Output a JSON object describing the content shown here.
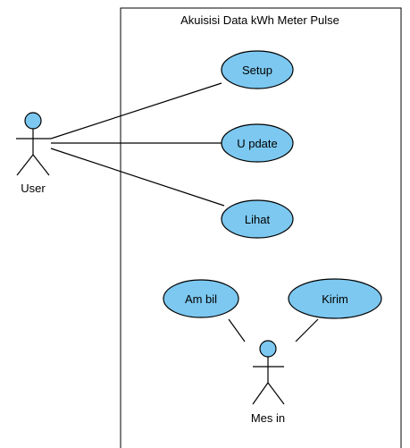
{
  "system": {
    "title": "Akuisisi Data kWh Meter Pulse"
  },
  "actors": {
    "user": {
      "label": "User"
    },
    "mesin": {
      "label": "Mes in"
    }
  },
  "use_cases": {
    "setup": {
      "label": "Setup"
    },
    "update": {
      "label": "U pdate"
    },
    "lihat": {
      "label": "Lihat"
    },
    "ambil": {
      "label": "Am bil"
    },
    "kirim": {
      "label": "Kirim"
    }
  },
  "colors": {
    "use_case_fill": "#7cc8f0",
    "actor_head_fill": "#7cc8f0",
    "stroke": "#000000"
  }
}
